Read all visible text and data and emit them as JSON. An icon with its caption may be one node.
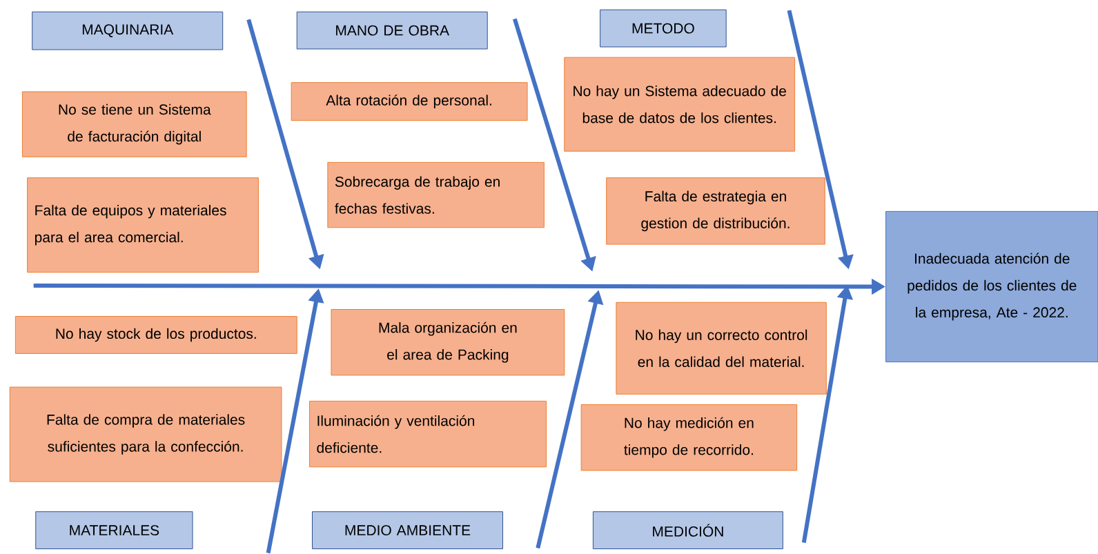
{
  "diagram": {
    "nodes": [
      {
        "text": [
          "MAQUINARIA"
        ]
      },
      {
        "text": [
          "MANO DE OBRA"
        ]
      },
      {
        "text": [
          "METODO"
        ]
      },
      {
        "text": [
          "No se tiene un Sistema de facturación digital"
        ]
      },
      {
        "text": [
          "Falta de equipos y materiales  para el area comercial."
        ]
      },
      {
        "text": [
          "Alta rotación de personal."
        ]
      },
      {
        "text": [
          "Sobrecarga de trabajo en fechas festivas."
        ]
      },
      {
        "text": [
          "No hay un Sistema adecuado de base de datos de los clientes."
        ]
      },
      {
        "text": [
          "Falta de estrategia en gestion de distribución."
        ]
      },
      {
        "text": [
          "Inadecuada atención de pedidos de los clientes de la empresa, Ate - 2022."
        ]
      },
      {
        "text": [
          "No hay stock de los productos."
        ]
      },
      {
        "text": [
          "Falta de compra de materiales suficientes para  la confección."
        ]
      },
      {
        "text": [
          "Mala organización en el area de Packing"
        ]
      },
      {
        "text": [
          "Iluminación y ventilación deficiente."
        ]
      },
      {
        "text": [
          "No hay un correcto control en la calidad del material."
        ]
      },
      {
        "text": [
          "No hay medición en tiempo de recorrido."
        ]
      },
      {
        "text": [
          "MATERIALES"
        ]
      },
      {
        "text": [
          "MEDIO AMBIENTE"
        ]
      },
      {
        "text": [
          "MEDICIÓN"
        ]
      }
    ],
    "edges": [
      {
        "from": null,
        "to": 9,
        "arrow": "to"
      },
      {
        "from": 0,
        "to": null,
        "arrow": "to"
      },
      {
        "from": 1,
        "to": null,
        "arrow": "to"
      },
      {
        "from": 2,
        "to": null,
        "arrow": "to"
      },
      {
        "from": 16,
        "to": null,
        "arrow": "to"
      },
      {
        "from": 17,
        "to": null,
        "arrow": "to"
      },
      {
        "from": 18,
        "to": null,
        "arrow": "to"
      }
    ]
  }
}
